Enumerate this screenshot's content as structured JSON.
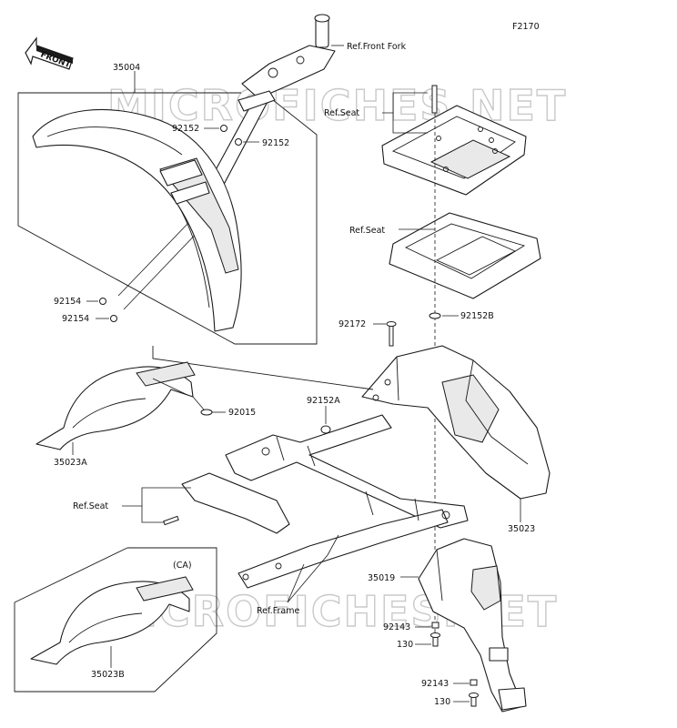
{
  "diagram_code": "F2170",
  "front_arrow_label": "FRONT",
  "watermark_text": "MICROFICHES.NET",
  "labels": {
    "ref_front_fork": "Ref.Front Fork",
    "p35004": "35004",
    "p92152_a": "92152",
    "p92152_b": "92152",
    "p92154_a": "92154",
    "p92154_b": "92154",
    "ref_seat_top": "Ref.Seat",
    "ref_seat_mid": "Ref.Seat",
    "p92152B": "92152B",
    "p92172": "92172",
    "p92152A": "92152A",
    "p92015": "92015",
    "p35023A": "35023A",
    "ref_seat_left": "Ref.Seat",
    "p35023": "35023",
    "p35019": "35019",
    "ca": "(CA)",
    "ref_frame": "Ref.Frame",
    "p92143_a": "92143",
    "p130_a": "130",
    "p35023B": "35023B",
    "p92143_b": "92143",
    "p130_b": "130"
  }
}
